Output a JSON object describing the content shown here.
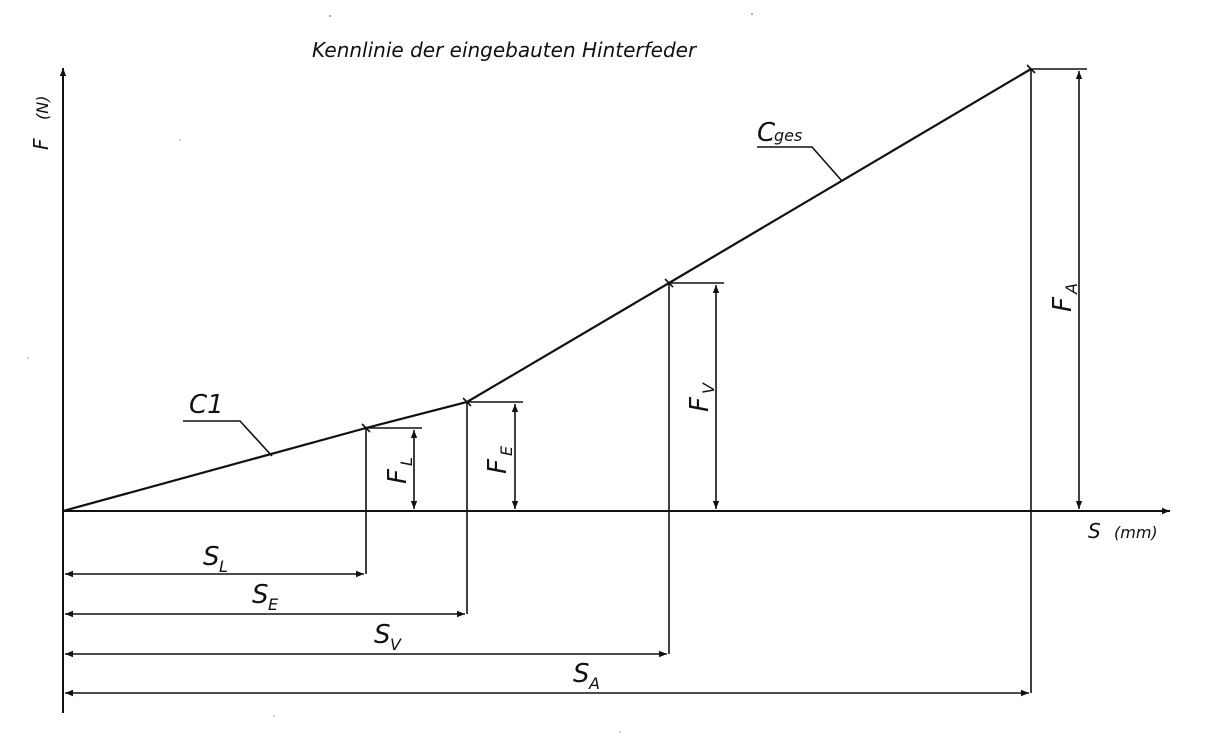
{
  "title": "Kennlinie der eingebauten Hinterfeder",
  "axes": {
    "y_label": "F",
    "y_unit": "(N)",
    "x_label": "S",
    "x_unit": "(mm)"
  },
  "curve_labels": {
    "c1": "C1",
    "cges_main": "C",
    "cges_sub": "ges"
  },
  "points": [
    {
      "id": "L",
      "s_label": "S",
      "f_label": "F",
      "sub": "L"
    },
    {
      "id": "E",
      "s_label": "S",
      "f_label": "F",
      "sub": "E"
    },
    {
      "id": "V",
      "s_label": "S",
      "f_label": "F",
      "sub": "V"
    },
    {
      "id": "A",
      "s_label": "S",
      "f_label": "F",
      "sub": "A"
    }
  ]
}
